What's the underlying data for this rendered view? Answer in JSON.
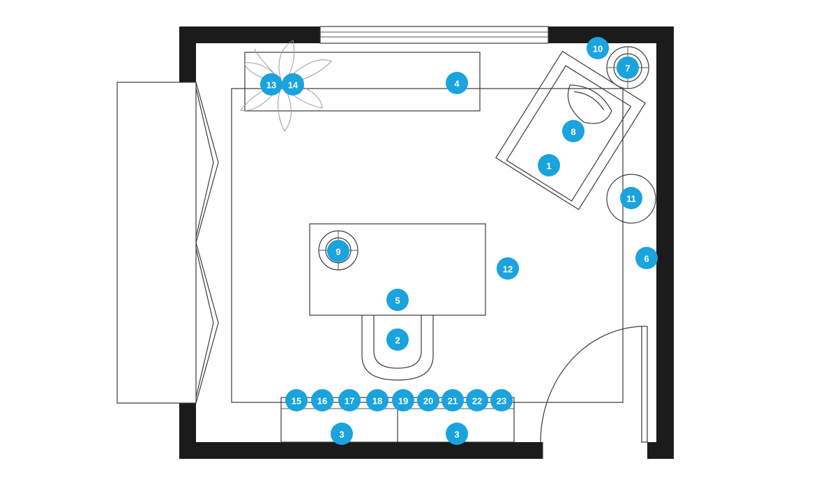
{
  "markers": [
    "1",
    "2",
    "3",
    "3",
    "4",
    "5",
    "6",
    "7",
    "8",
    "9",
    "10",
    "11",
    "12",
    "13",
    "14",
    "15",
    "16",
    "17",
    "18",
    "19",
    "20",
    "21",
    "22",
    "23"
  ],
  "colors": {
    "marker": "#1aa3dc",
    "wall": "#1b1b1b",
    "line": "#3a3a3a"
  }
}
